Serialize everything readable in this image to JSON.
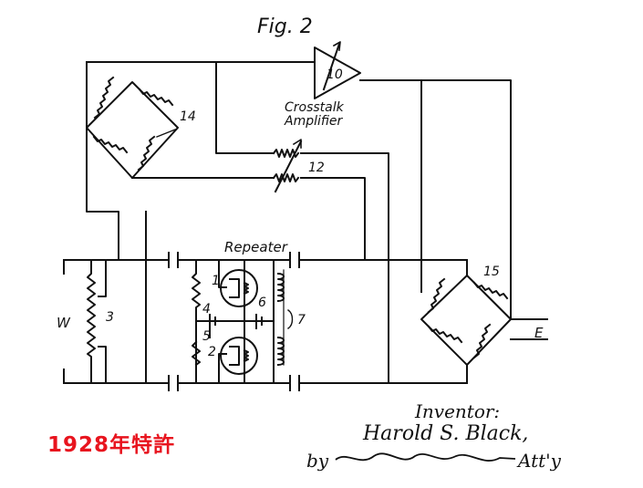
{
  "figure": {
    "title": "Fig. 2",
    "labels": {
      "amp_id": "10",
      "amp_name_1": "Crosstalk",
      "amp_name_2": "Amplifier",
      "bridge_top": "14",
      "bridge_right": "15",
      "resistor_mid": "12",
      "repeater": "Repeater",
      "line_w": "W",
      "line_e": "E",
      "n1": "1",
      "n2": "2",
      "n3": "3",
      "n4": "4",
      "n5": "5",
      "n6": "6",
      "n7": "7"
    }
  },
  "signature": {
    "inventor_label": "Inventor:",
    "inventor_name": "Harold S. Black,",
    "by": "by",
    "attorney_suffix": "Att'y"
  },
  "note": "1928年特許",
  "colors": {
    "ink": "#111111",
    "note": "#e8141e"
  }
}
